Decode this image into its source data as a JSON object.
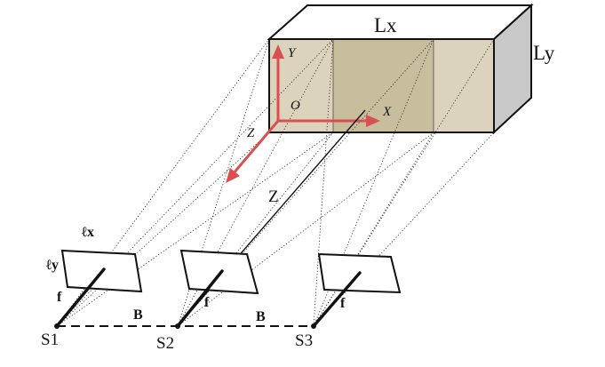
{
  "box": {
    "lx_label": "Lx",
    "ly_label": "Ly",
    "colors": {
      "top": "#ffffff",
      "front": "#dcd3bc",
      "middle_overlap": "#c8bd9d",
      "side": "#c8c8c8",
      "edge": "#111111"
    }
  },
  "axes": {
    "origin_label": "O",
    "x_label": "X",
    "y_label": "Y",
    "z_label": "Z",
    "color": "#d95050"
  },
  "depth_label": "Z",
  "sensor_labels": {
    "lx": "ℓx",
    "ly": "ℓy"
  },
  "focal_labels": [
    "f",
    "f",
    "f"
  ],
  "baseline_labels": [
    "B",
    "B"
  ],
  "cameras": [
    {
      "label": "S1"
    },
    {
      "label": "S2"
    },
    {
      "label": "S3"
    }
  ]
}
